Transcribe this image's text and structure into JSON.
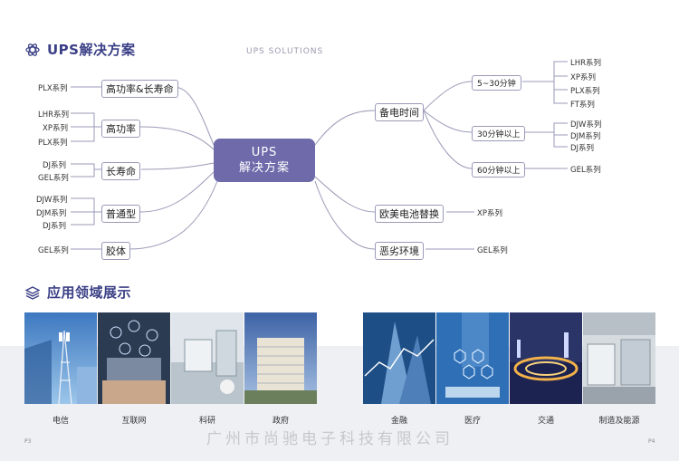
{
  "header": {
    "title": "UPS解决方案",
    "subtitle": "UPS SOLUTIONS",
    "icon": "atom-icon"
  },
  "center": {
    "line1": "UPS",
    "line2": "解决方案"
  },
  "left_branches": [
    {
      "label": "高功率&长寿命",
      "items": [
        "PLX系列"
      ]
    },
    {
      "label": "高功率",
      "items": [
        "LHR系列",
        "XP系列",
        "PLX系列"
      ]
    },
    {
      "label": "长寿命",
      "items": [
        "DJ系列",
        "GEL系列"
      ]
    },
    {
      "label": "普通型",
      "items": [
        "DJW系列",
        "DJM系列",
        "DJ系列"
      ]
    },
    {
      "label": "胶体",
      "items": [
        "GEL系列"
      ]
    }
  ],
  "right_branches": [
    {
      "label": "备电时间",
      "sub": [
        {
          "label": "5~30分钟",
          "items": [
            "LHR系列",
            "XP系列",
            "PLX系列",
            "FT系列"
          ]
        },
        {
          "label": "30分钟以上",
          "items": [
            "DJW系列",
            "DJM系列",
            "DJ系列"
          ]
        },
        {
          "label": "60分钟以上",
          "items": [
            "GEL系列"
          ]
        }
      ]
    },
    {
      "label": "欧美电池替换",
      "items": [
        "XP系列"
      ]
    },
    {
      "label": "恶劣环境",
      "items": [
        "GEL系列"
      ]
    }
  ],
  "applications": {
    "title": "应用领域展示",
    "icon": "layers-icon",
    "left": [
      "电信",
      "互联网",
      "科研",
      "政府"
    ],
    "right": [
      "金融",
      "医疗",
      "交通",
      "制造及能源"
    ]
  },
  "footer": {
    "page_left": "P3",
    "page_right": "P4",
    "watermark": "广州市尚驰电子科技有限公司"
  },
  "colors": {
    "accent": "#3a3f86",
    "center_node": "#6f6bab",
    "line": "#9a9ab8"
  }
}
